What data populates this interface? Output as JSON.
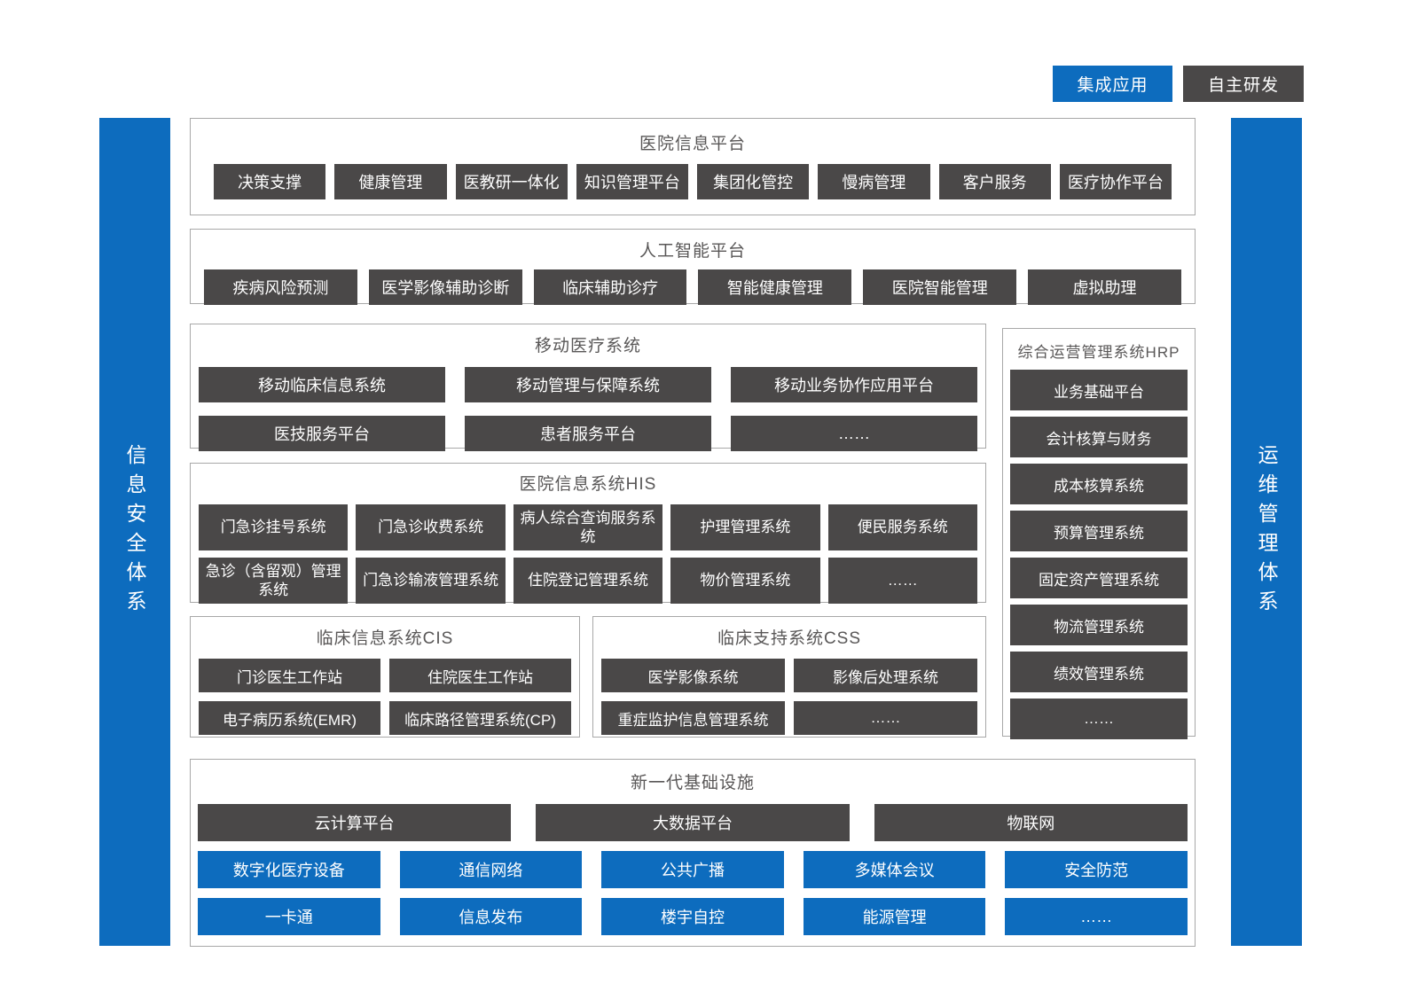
{
  "colors": {
    "accent_blue": "#0d6cbe",
    "node_dark": "#4a4848",
    "box_border": "#a8a8a8",
    "title_gray": "#595757"
  },
  "legend": {
    "integrated_label": "集成应用",
    "self_developed_label": "自主研发"
  },
  "side_bars": {
    "left_label": "信息安全体系",
    "right_label": "运维管理体系"
  },
  "sections": {
    "platform": {
      "title": "医院信息平台",
      "items": [
        "决策支撑",
        "健康管理",
        "医教研一体化",
        "知识管理平台",
        "集团化管控",
        "慢病管理",
        "客户服务",
        "医疗协作平台"
      ]
    },
    "ai": {
      "title": "人工智能平台",
      "items": [
        "疾病风险预测",
        "医学影像辅助诊断",
        "临床辅助诊疗",
        "智能健康管理",
        "医院智能管理",
        "虚拟助理"
      ]
    },
    "mobile": {
      "title": "移动医疗系统",
      "items": [
        "移动临床信息系统",
        "移动管理与保障系统",
        "移动业务协作应用平台",
        "医技服务平台",
        "患者服务平台",
        "……"
      ]
    },
    "hrp": {
      "title": "综合运营管理系统HRP",
      "items": [
        "业务基础平台",
        "会计核算与财务",
        "成本核算系统",
        "预算管理系统",
        "固定资产管理系统",
        "物流管理系统",
        "绩效管理系统",
        "……"
      ]
    },
    "his": {
      "title": "医院信息系统HIS",
      "items": [
        "门急诊挂号系统",
        "门急诊收费系统",
        "病人综合查询服务系统",
        "护理管理系统",
        "便民服务系统",
        "急诊（含留观）管理系统",
        "门急诊输液管理系统",
        "住院登记管理系统",
        "物价管理系统",
        "……"
      ]
    },
    "cis": {
      "title": "临床信息系统CIS",
      "items": [
        "门诊医生工作站",
        "住院医生工作站",
        "电子病历系统(EMR)",
        "临床路径管理系统(CP)"
      ]
    },
    "css": {
      "title": "临床支持系统CSS",
      "items": [
        "医学影像系统",
        "影像后处理系统",
        "重症监护信息管理系统",
        "……"
      ]
    },
    "infra": {
      "title": "新一代基础设施",
      "dark_items": [
        "云计算平台",
        "大数据平台",
        "物联网"
      ],
      "blue_items": [
        "数字化医疗设备",
        "通信网络",
        "公共广播",
        "多媒体会议",
        "安全防范",
        "一卡通",
        "信息发布",
        "楼宇自控",
        "能源管理",
        "……"
      ]
    }
  }
}
